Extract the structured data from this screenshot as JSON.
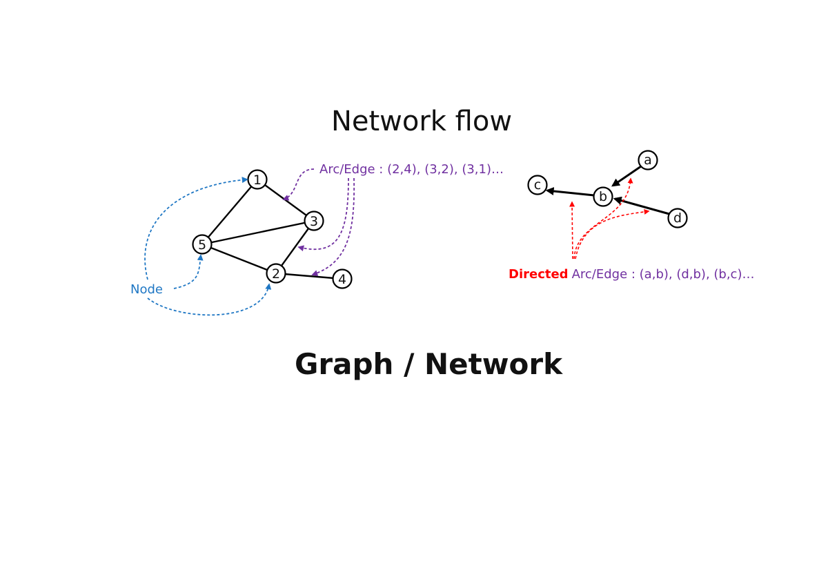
{
  "title": "Network flow",
  "subtitle": "Graph / Network",
  "undirected_graph": {
    "nodes": [
      "1",
      "2",
      "3",
      "4",
      "5"
    ],
    "edges": [
      [
        "1",
        "5"
      ],
      [
        "1",
        "3"
      ],
      [
        "5",
        "3"
      ],
      [
        "5",
        "2"
      ],
      [
        "3",
        "2"
      ],
      [
        "2",
        "4"
      ]
    ],
    "node_callout": "Node",
    "edge_callout": "Arc/Edge : (2,4), (3,2), (3,1)…"
  },
  "directed_graph": {
    "nodes": [
      "a",
      "b",
      "c",
      "d"
    ],
    "arcs": [
      [
        "a",
        "b"
      ],
      [
        "d",
        "b"
      ],
      [
        "b",
        "c"
      ]
    ],
    "directed_word": "Directed",
    "arc_callout": "Arc/Edge : (a,b), (d,b), (b,c)…"
  },
  "colors": {
    "node_annotation": "#1f77c4",
    "edge_annotation": "#7030a0",
    "directed_word": "#ff0000",
    "directed_annotation_arrows": "#ff0000",
    "graph_lines": "#000000"
  }
}
